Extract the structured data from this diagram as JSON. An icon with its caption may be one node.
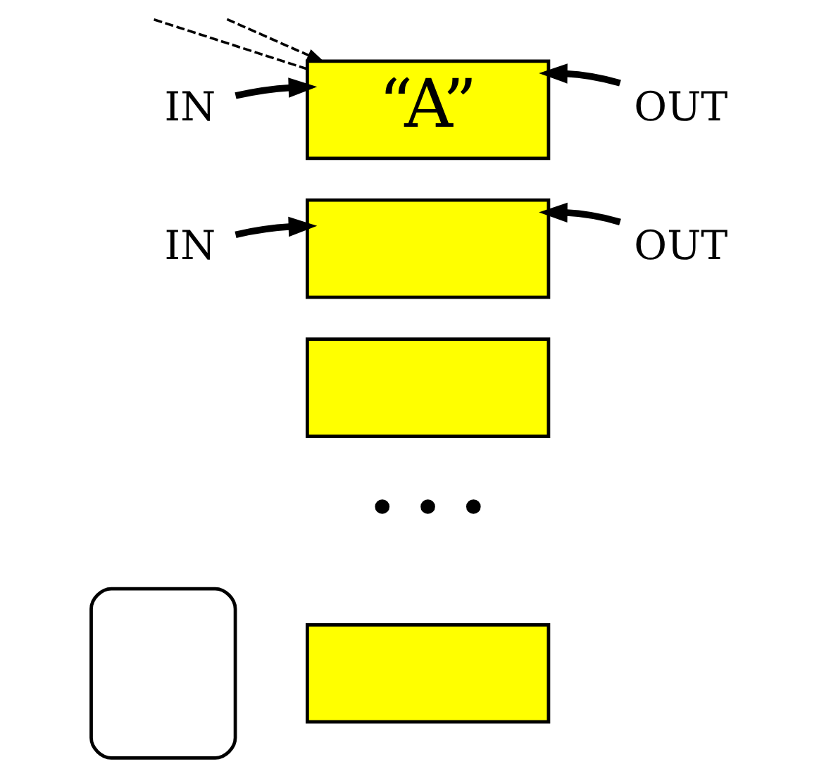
{
  "diagram": {
    "nodes": [
      {
        "text": [
          "IN"
        ]
      },
      {
        "text": [
          "“A”"
        ]
      },
      {
        "text": [
          "OUT"
        ]
      },
      {
        "text": [
          "IN"
        ]
      },
      {
        "text": [],
        "shape": "box"
      },
      {
        "text": [
          "OUT"
        ]
      },
      {
        "text": [],
        "shape": "box"
      },
      {
        "text": [],
        "shape": "box"
      },
      {
        "text": [],
        "shape": "box"
      }
    ],
    "edges": [
      {
        "from": 0,
        "to": 1,
        "arrow": "to"
      },
      {
        "from": 2,
        "to": 1,
        "arrow": "to"
      },
      {
        "from": 3,
        "to": 4,
        "arrow": "to"
      },
      {
        "from": 5,
        "to": 4,
        "arrow": "to"
      },
      {
        "from": 1,
        "to": null,
        "arrow": "none",
        "style": "dashed"
      },
      {
        "from": null,
        "to": 1,
        "arrow": "to",
        "style": "dashed"
      }
    ],
    "labels": [
      "• • •"
    ]
  }
}
